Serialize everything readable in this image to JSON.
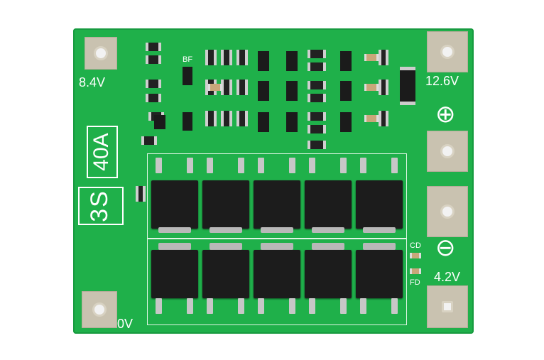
{
  "labels": {
    "voltage_84": "8.4V",
    "voltage_126": "12.6V",
    "voltage_42": "4.2V",
    "voltage_0": "0V",
    "model_3s": "3S",
    "model_40a": "40A",
    "bf": "BF",
    "cd": "CD",
    "fd": "FD",
    "plus": "⊕",
    "minus": "⊖"
  },
  "colors": {
    "board": "#1fb04a",
    "pad": "#c9c2b0",
    "silkscreen": "#ffffff",
    "mosfet": "#1c1c1c"
  }
}
